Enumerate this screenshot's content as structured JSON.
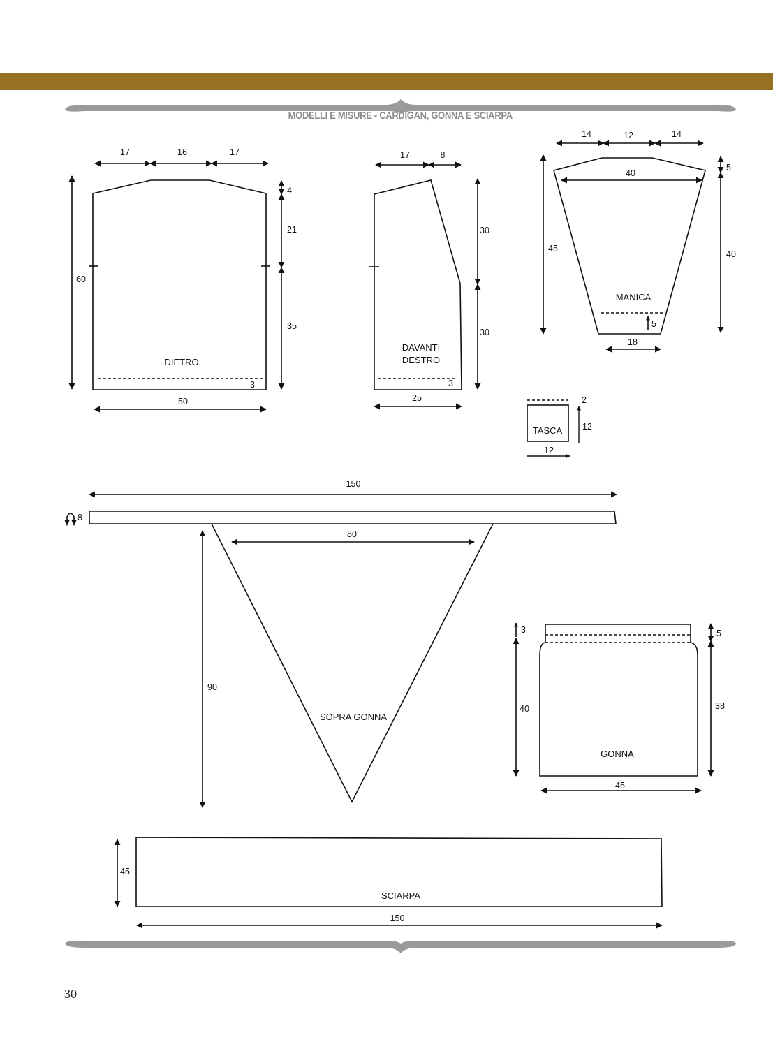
{
  "page": {
    "title": "MODELLI E MISURE - CARDIGAN, GONNA E SCIARPA",
    "number": "30",
    "accent": "#967123",
    "frame_color": "#9a9a9a"
  },
  "pieces": {
    "dietro": {
      "label": "DIETRO",
      "top": [
        "17",
        "16",
        "17"
      ],
      "height": "60",
      "armhole_top": "4",
      "armhole": "21",
      "side": "35",
      "hem": "3",
      "width": "50"
    },
    "davanti": {
      "label_1": "DAVANTI",
      "label_2": "DESTRO",
      "top": [
        "17",
        "8"
      ],
      "upper": "30",
      "lower": "30",
      "hem": "3",
      "width": "25"
    },
    "manica": {
      "label": "MANICA",
      "top": [
        "14",
        "12",
        "14"
      ],
      "cap": "40",
      "length": "45",
      "cap_height": "5",
      "body": "40",
      "cuff": "5",
      "bottom": "18"
    },
    "tasca": {
      "label": "TASCA",
      "border": "2",
      "height": "12",
      "width": "12"
    },
    "sopra_gonna": {
      "label": "SOPRA GONNA",
      "band_length": "150",
      "band_height": "8",
      "top_width": "80",
      "depth": "90"
    },
    "gonna": {
      "label": "GONNA",
      "waistband": "3",
      "height": "40",
      "band_fold": "5",
      "body": "38",
      "width": "45"
    },
    "sciarpa": {
      "label": "SCIARPA",
      "height": "45",
      "length": "150"
    }
  }
}
